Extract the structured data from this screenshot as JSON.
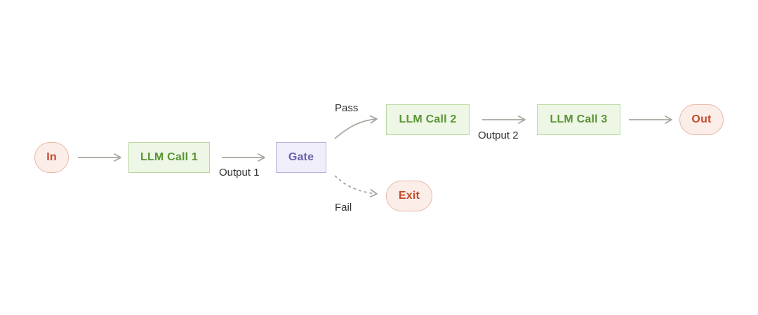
{
  "nodes": {
    "in": "In",
    "llm_call_1": "LLM Call 1",
    "gate": "Gate",
    "llm_call_2": "LLM Call 2",
    "llm_call_3": "LLM Call 3",
    "out": "Out",
    "exit": "Exit"
  },
  "edge_labels": {
    "output_1": "Output 1",
    "output_2": "Output 2",
    "pass": "Pass",
    "fail": "Fail"
  },
  "colors": {
    "terminal_fill": "#fbeee9",
    "terminal_border": "#eab6a2",
    "terminal_text": "#c5492a",
    "llm_fill": "#eef6e6",
    "llm_border": "#b9d99f",
    "llm_text": "#5a9435",
    "gate_fill": "#efeefa",
    "gate_border": "#b8b4dc",
    "gate_text": "#6a62ad",
    "arrow": "#a7a7a0"
  }
}
